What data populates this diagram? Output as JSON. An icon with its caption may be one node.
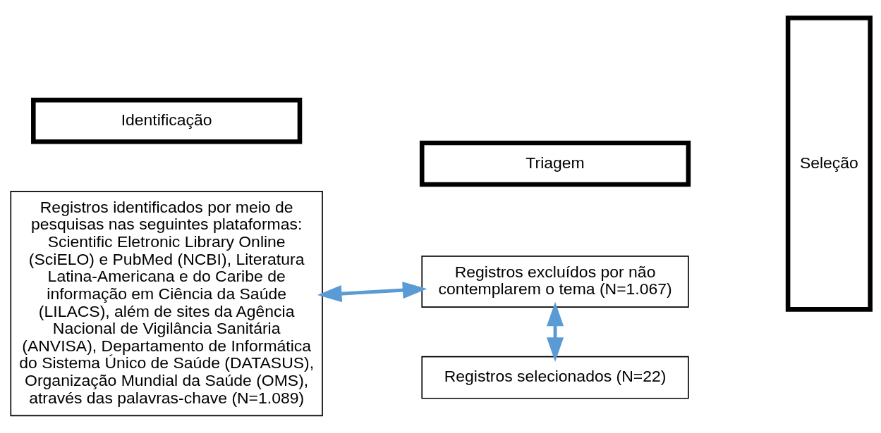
{
  "diagram": {
    "nodes": [
      {
        "text": [
          "Identificação"
        ]
      },
      {
        "text": [
          "Triagem"
        ]
      },
      {
        "text": [
          "Registros identificados por meio de pesquisas nas seguintes plataformas: Scientific Eletronic Library Online (SciELO) e PubMed (NCBI), Literatura Latina-Americana e do Caribe de informação em Ciência da Saúde (LILACS), além de sites da Agência Nacional de Vigilância Sanitária (ANVISA), Departamento de Informática do Sistema Único de Saúde (DATASUS), Organização Mundial da Saúde (OMS), através das palavras-chave (N=1.089)"
        ]
      },
      {
        "text": [
          "Registros excluídos por não contemplarem o tema (N=1.067)"
        ]
      },
      {
        "text": [
          "Registros selecionados (N=22)"
        ]
      },
      {
        "text": [
          "Seleção"
        ]
      }
    ],
    "edges": [
      {
        "from": 2,
        "to": 3,
        "arrow": "both"
      },
      {
        "from": 3,
        "to": 4,
        "arrow": "both"
      }
    ]
  }
}
